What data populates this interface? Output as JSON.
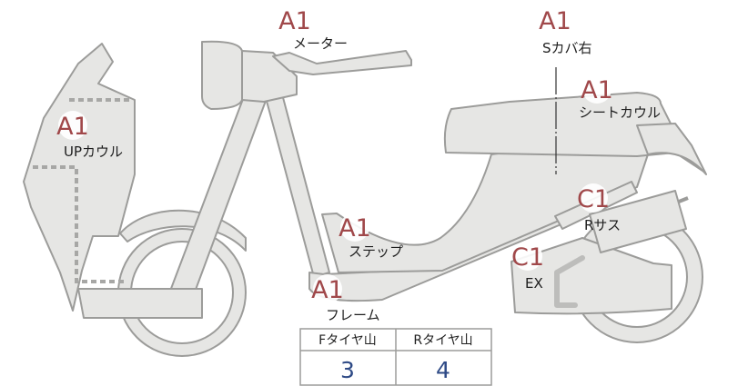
{
  "parts": [
    {
      "id": "meter",
      "grade": "A1",
      "label": "メーター"
    },
    {
      "id": "s-cover-right",
      "grade": "A1",
      "label": "Sカバ右"
    },
    {
      "id": "seat-cowl",
      "grade": "A1",
      "label": "シートカウル"
    },
    {
      "id": "up-cowl",
      "grade": "A1",
      "label": "UPカウル"
    },
    {
      "id": "r-suspension",
      "grade": "C1",
      "label": "Rサス"
    },
    {
      "id": "step",
      "grade": "A1",
      "label": "ステップ"
    },
    {
      "id": "exhaust",
      "grade": "C1",
      "label": "EX"
    },
    {
      "id": "frame",
      "grade": "A1",
      "label": "フレーム"
    }
  ],
  "tread_table": {
    "headers": [
      "Fタイヤ山",
      "Rタイヤ山"
    ],
    "values": [
      "3",
      "4"
    ]
  }
}
